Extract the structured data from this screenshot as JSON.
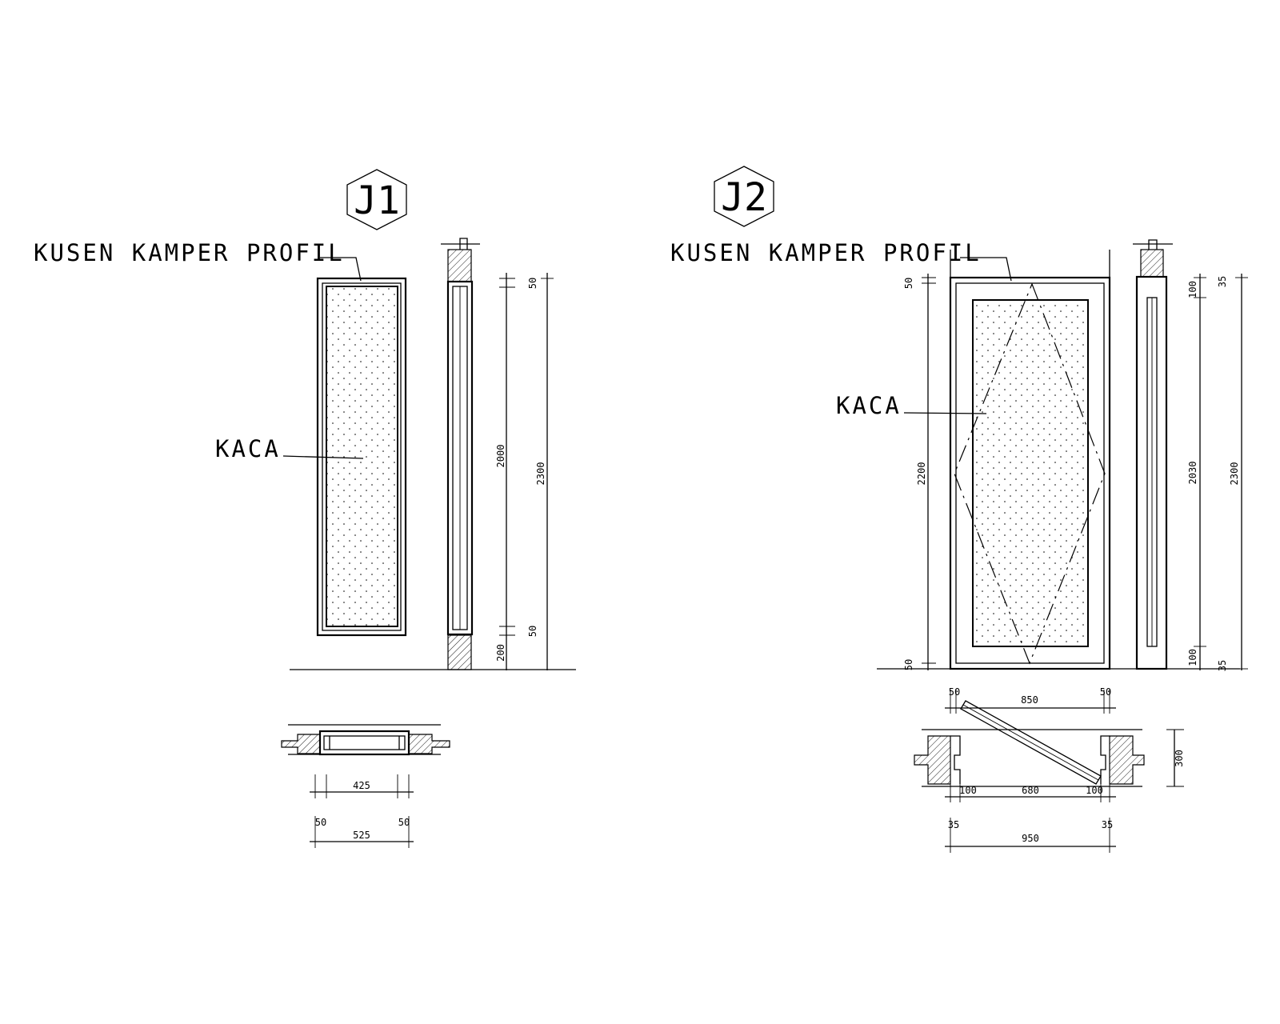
{
  "drawing": {
    "j1": {
      "tag": "J1",
      "frame_label": "KUSEN KAMPER PROFIL",
      "glass_label": "KACA",
      "elev_dims": {
        "top": "50",
        "mid": "2000",
        "bottom_a": "50",
        "bottom_b": "200",
        "overall": "2300"
      },
      "plan_dims": {
        "inner": "425",
        "left": "50",
        "right": "50",
        "overall": "525"
      }
    },
    "j2": {
      "tag": "J2",
      "frame_label": "KUSEN KAMPER PROFIL",
      "glass_label": "KACA",
      "left_dims": {
        "top": "50",
        "mid": "2200",
        "bottom": "50"
      },
      "right_dims": {
        "top_a": "100",
        "top_b": "35",
        "mid_a": "2030",
        "mid_b": "2300",
        "bot_a": "100",
        "bot_b": "35"
      },
      "plan_dims": {
        "top_left": "50",
        "top_mid": "850",
        "top_right": "50",
        "depth": "300",
        "low_left": "100",
        "low_mid": "680",
        "low_right": "100",
        "bot_left": "35",
        "bot_mid": "950",
        "bot_right": "35"
      }
    },
    "colors": {
      "line": "#000000",
      "background": "#ffffff"
    }
  }
}
